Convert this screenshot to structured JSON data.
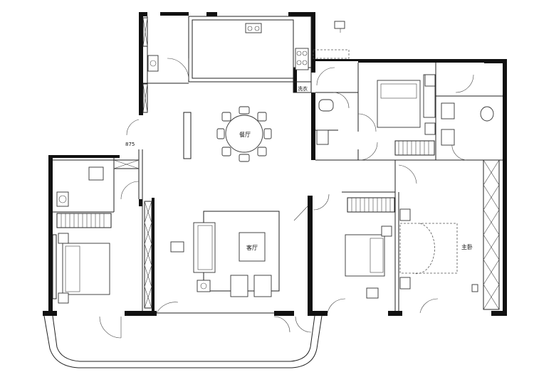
{
  "rooms": {
    "dining": "餐厅",
    "living": "客厅",
    "master": "主卧",
    "laundry": "洗衣"
  },
  "dimensions": {
    "opening": "875"
  }
}
